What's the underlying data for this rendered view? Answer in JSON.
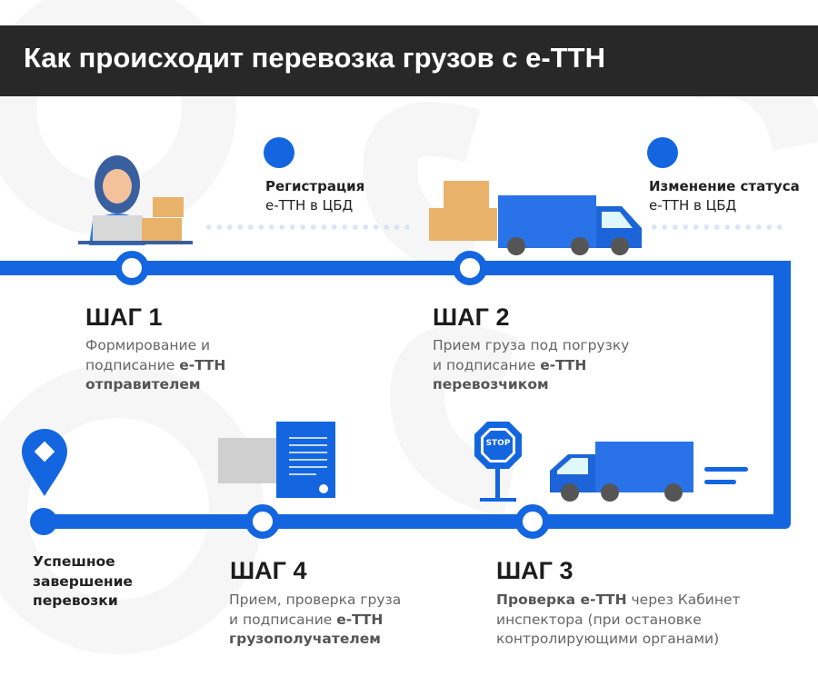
{
  "title": "Как происходит перевозка грузов с е-ТТН",
  "callouts": [
    {
      "bold": "Регистрация",
      "text": "е-ТТН в ЦБД"
    },
    {
      "bold": "Изменение статуса",
      "text": "е-ТТН в ЦБД"
    }
  ],
  "steps": [
    {
      "title": "ШАГ 1",
      "l1": "Формирование и",
      "l2a": "подписание ",
      "l2b": "е-ТТН",
      "l3": "отправителем"
    },
    {
      "title": "ШАГ 2",
      "l1": "Прием груза под погрузку",
      "l2a": "и подписание ",
      "l2b": "е-ТТН",
      "l3": "перевозчиком"
    },
    {
      "title": "ШАГ 3",
      "l1a": "Проверка е-ТТН",
      "l1b": " через Кабинет",
      "l2": "инспектора (при остановке",
      "l3": "контролирующими органами)"
    },
    {
      "title": "ШАГ 4",
      "l1": "Прием, проверка груза",
      "l2a": "и подписание ",
      "l2b": "е-ТТН",
      "l3": "грузополучателем"
    }
  ],
  "end": {
    "l1": "Успешное",
    "l2": "завершение",
    "l3": "перевозки"
  },
  "stop_sign": "STOP",
  "colors": {
    "accent": "#1366e0",
    "header": "#282828"
  }
}
